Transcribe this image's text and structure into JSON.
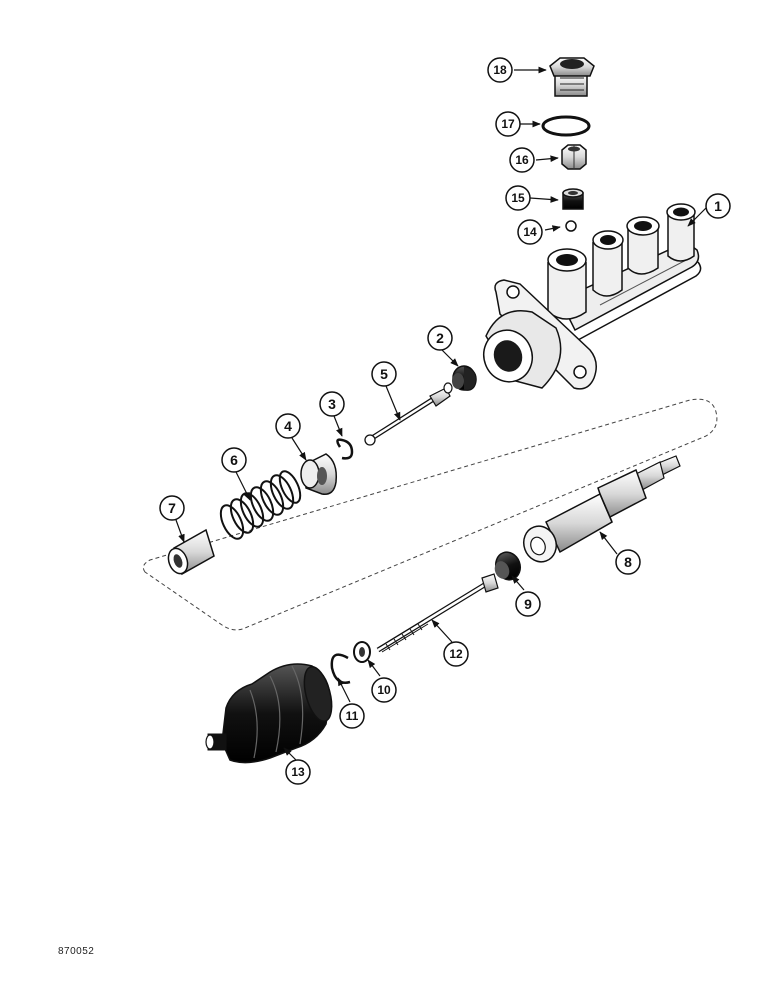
{
  "figure_id": "870052",
  "callouts": [
    "1",
    "2",
    "3",
    "4",
    "5",
    "6",
    "7",
    "8",
    "9",
    "10",
    "11",
    "12",
    "13",
    "14",
    "15",
    "16",
    "17",
    "18"
  ]
}
